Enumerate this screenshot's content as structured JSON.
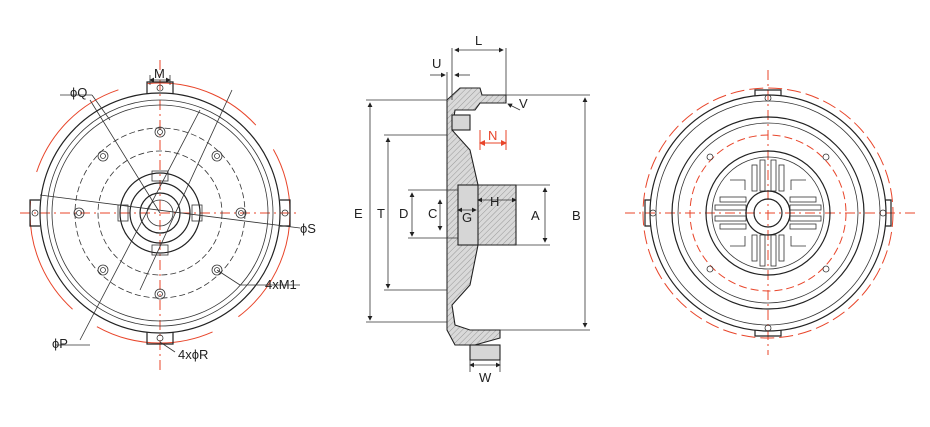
{
  "labels": {
    "M": "M",
    "phiQ": "ϕQ",
    "phiS": "ϕS",
    "M1": "4xM1",
    "phiP": "ϕP",
    "R": "4xϕR",
    "U": "U",
    "L": "L",
    "V": "V",
    "N": "N",
    "E": "E",
    "T": "T",
    "D": "D",
    "C": "C",
    "G": "G",
    "H": "H",
    "A": "A",
    "B": "B",
    "W": "W"
  },
  "colors": {
    "line": "#222222",
    "accent": "#e8452a",
    "fill": "#d6d6d6"
  }
}
